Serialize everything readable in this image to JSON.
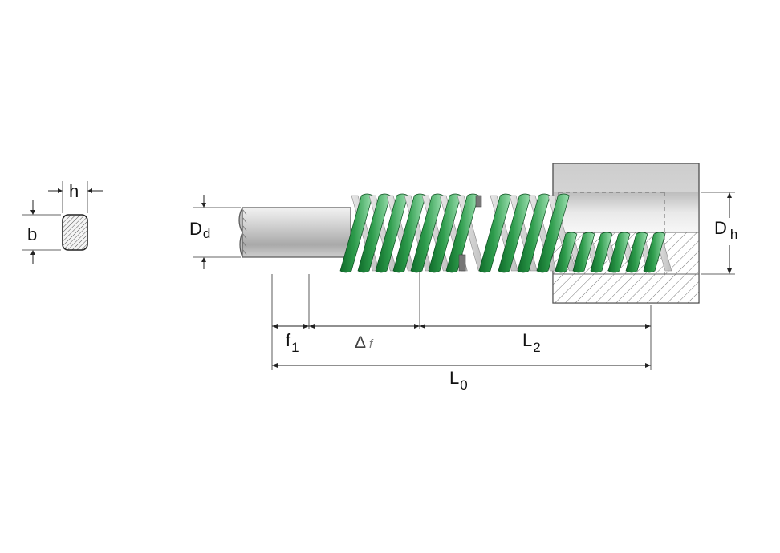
{
  "labels": {
    "h": "h",
    "b": "b",
    "Dd_main": "D",
    "Dd_sub": "d",
    "Dh_main": "D",
    "Dh_sub": "h",
    "f1_main": "f",
    "f1_sub": "1",
    "delta_main": "Δ",
    "delta_sub": "f",
    "L2_main": "L",
    "L2_sub": "2",
    "L0_main": "L",
    "L0_sub": "0"
  },
  "colors": {
    "spring_green": "#1f8a3a",
    "spring_light": "#7fd19a",
    "rod_gray": "#c9c9c9",
    "housing_gray": "#d8d8d8"
  }
}
